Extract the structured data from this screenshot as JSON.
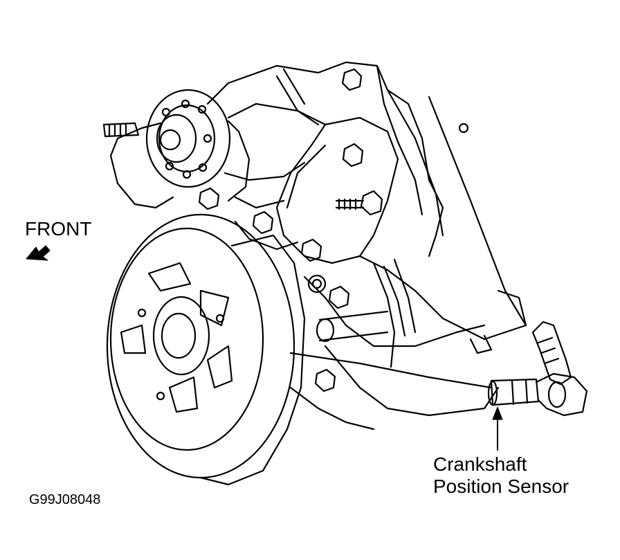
{
  "labels": {
    "front": "FRONT",
    "sensor_line1": "Crankshaft",
    "sensor_line2": "Position Sensor",
    "figure_id": "G99J08048"
  },
  "icons": {
    "front_arrow": "arrow-down-left-icon",
    "callout_arrow": "arrow-up-icon"
  },
  "colors": {
    "line": "#000000",
    "background": "#ffffff"
  }
}
